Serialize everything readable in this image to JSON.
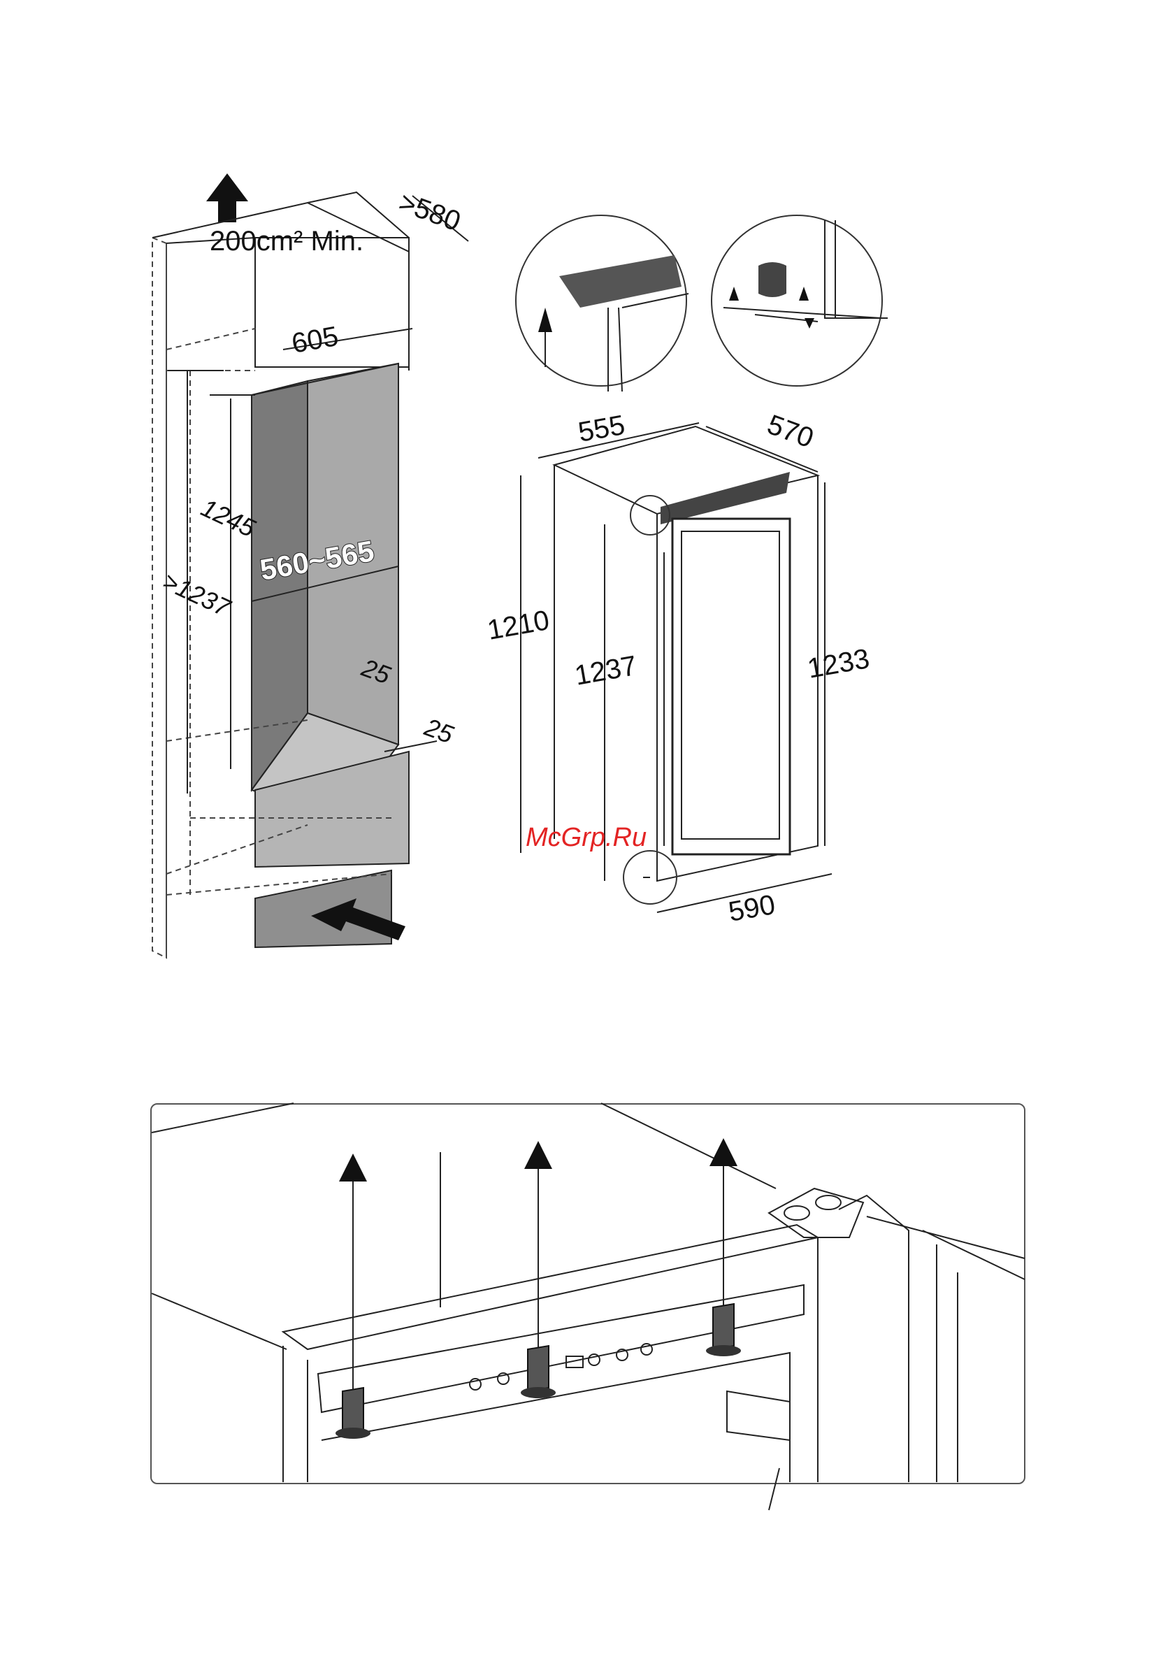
{
  "figure_top": {
    "vent_label": "200cm² Min.",
    "dims": {
      "depth_top": ">580",
      "width_top": "605",
      "niche_height_inner": "1245",
      "niche_height_min": ">1237",
      "niche_width": "560~565",
      "side_gap": "25",
      "bottom_gap": "25",
      "appliance_width": "555",
      "appliance_depth": "570",
      "appliance_height_left": "1210",
      "appliance_height_mid": "1237",
      "appliance_height_right": "1233",
      "appliance_depth_door": "590"
    },
    "watermark": "McGrp.Ru"
  },
  "colors": {
    "niche_dark": "#7a7a7a",
    "niche_mid": "#a9a9a9",
    "niche_light": "#c4c4c4",
    "watermark": "#e32424"
  }
}
